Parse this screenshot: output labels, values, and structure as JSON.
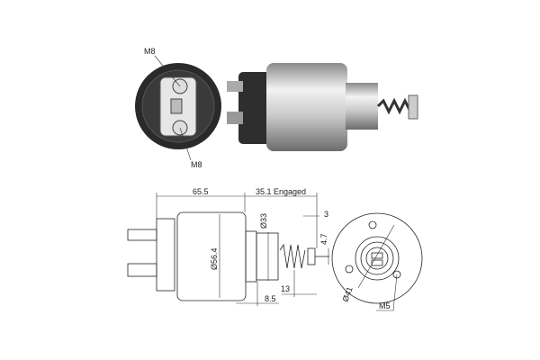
{
  "photo_labels": {
    "terminal_top": "M8",
    "terminal_bottom": "M8"
  },
  "dimensions": {
    "body_length": "65.5",
    "engaged_travel": "35.1 Engaged",
    "plunger_end": "3",
    "nose_diameter": "Ø33",
    "plunger_diameter": "4.7",
    "body_diameter": "Ø56.4",
    "spring_offset": "13",
    "nose_length": "8.5",
    "flange_diameter": "Ø41",
    "mount_thread": "M5"
  },
  "colors": {
    "line": "#222222",
    "metal": "#c8c8c8",
    "dark": "#2a2a2a"
  }
}
